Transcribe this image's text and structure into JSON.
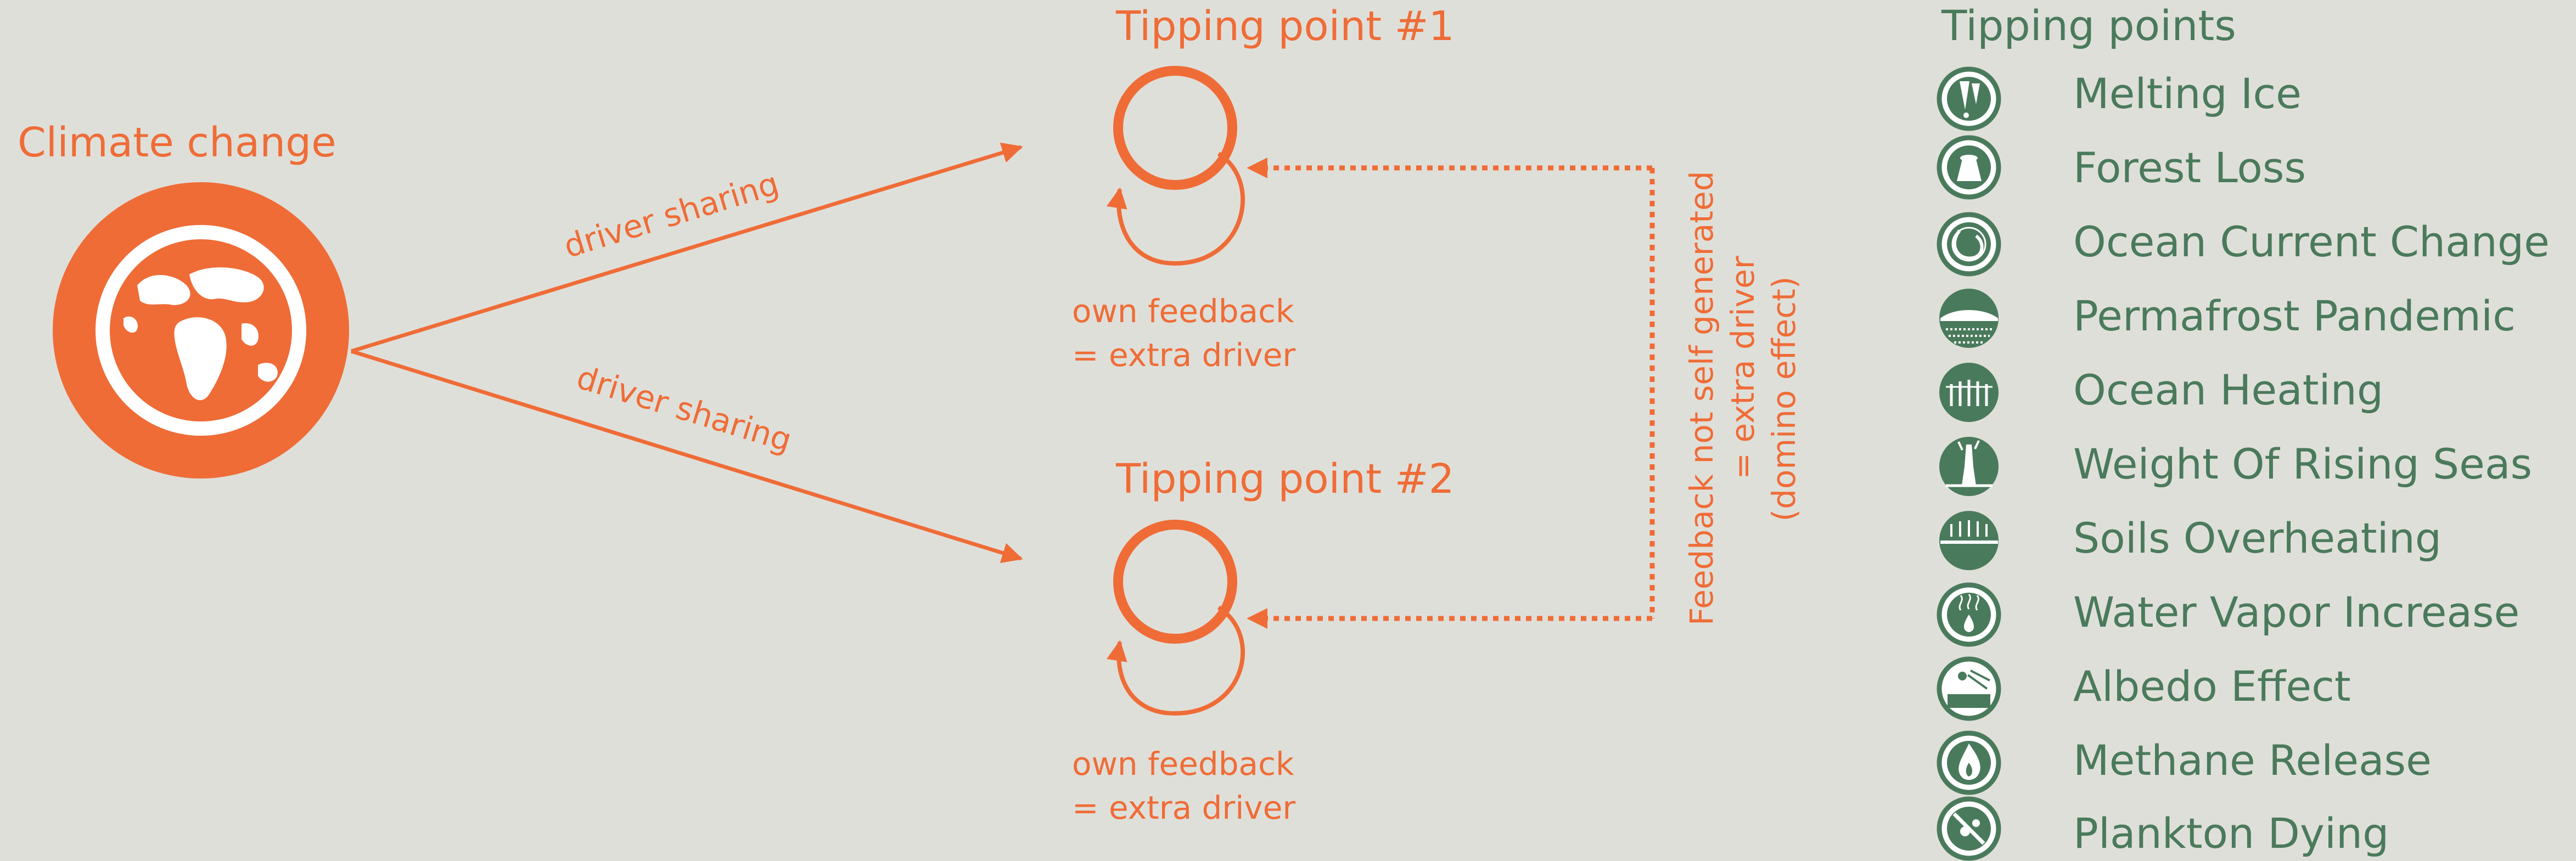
{
  "source": {
    "title": "Climate change",
    "edge_label_top": "driver sharing",
    "edge_label_bottom": "driver sharing"
  },
  "tipping_point_1": {
    "title": "Tipping point #1",
    "feedback_line1": "own feedback",
    "feedback_line2": "= extra driver"
  },
  "tipping_point_2": {
    "title": "Tipping point #2",
    "feedback_line1": "own feedback",
    "feedback_line2": "= extra driver"
  },
  "cross_feedback": {
    "line1": "Feedback not self generated",
    "line2": "= extra driver",
    "line3": "(domino effect)"
  },
  "legend": {
    "title": "Tipping points",
    "items": [
      {
        "label": "Melting Ice",
        "icon": "melting-ice-icon"
      },
      {
        "label": "Forest Loss",
        "icon": "forest-loss-icon"
      },
      {
        "label": "Ocean Current Change",
        "icon": "ocean-current-icon"
      },
      {
        "label": "Permafrost Pandemic",
        "icon": "permafrost-icon"
      },
      {
        "label": "Ocean Heating",
        "icon": "ocean-heating-icon"
      },
      {
        "label": "Weight Of Rising Seas",
        "icon": "rising-seas-icon"
      },
      {
        "label": "Soils Overheating",
        "icon": "soils-overheating-icon"
      },
      {
        "label": "Water Vapor Increase",
        "icon": "water-vapor-icon"
      },
      {
        "label": "Albedo Effect",
        "icon": "albedo-icon"
      },
      {
        "label": "Methane Release",
        "icon": "methane-icon"
      },
      {
        "label": "Plankton Dying",
        "icon": "plankton-icon"
      }
    ]
  },
  "colors": {
    "background": "#dfdfd9",
    "orange": "#ef6c37",
    "green": "#4a7a5c"
  }
}
